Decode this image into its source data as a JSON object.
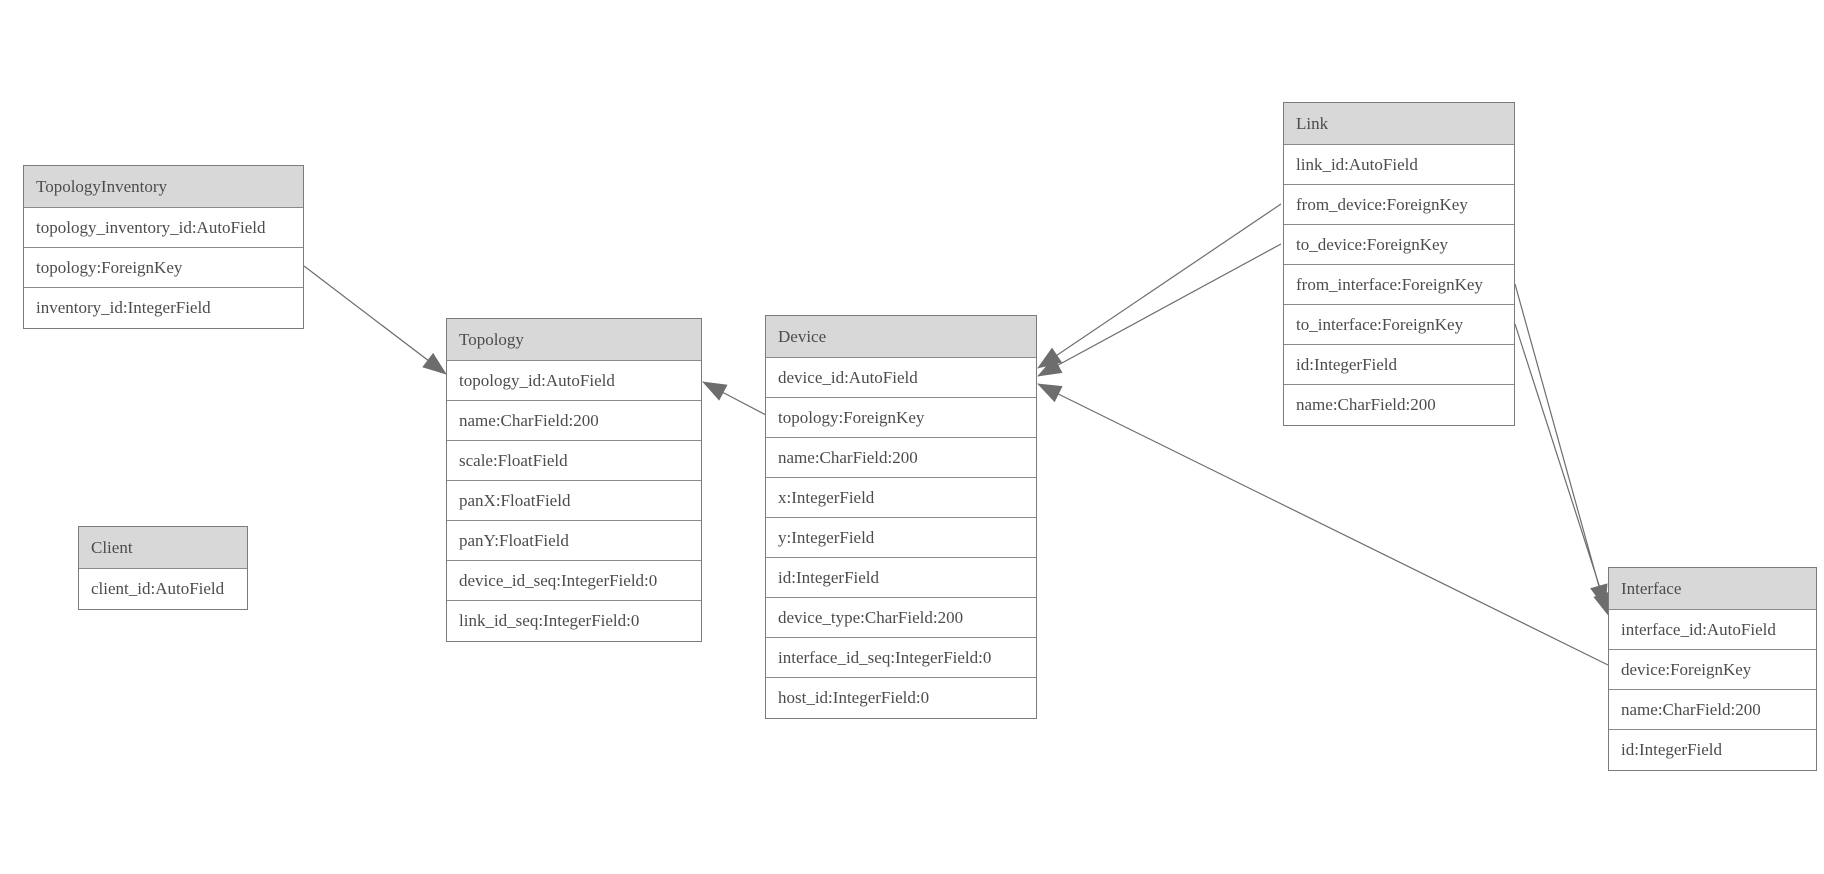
{
  "entities": {
    "topology_inventory": {
      "title": "TopologyInventory",
      "fields": [
        "topology_inventory_id:AutoField",
        "topology:ForeignKey",
        "inventory_id:IntegerField"
      ]
    },
    "topology": {
      "title": "Topology",
      "fields": [
        "topology_id:AutoField",
        "name:CharField:200",
        "scale:FloatField",
        "panX:FloatField",
        "panY:FloatField",
        "device_id_seq:IntegerField:0",
        "link_id_seq:IntegerField:0"
      ]
    },
    "client": {
      "title": "Client",
      "fields": [
        "client_id:AutoField"
      ]
    },
    "device": {
      "title": "Device",
      "fields": [
        "device_id:AutoField",
        "topology:ForeignKey",
        "name:CharField:200",
        "x:IntegerField",
        "y:IntegerField",
        "id:IntegerField",
        "device_type:CharField:200",
        "interface_id_seq:IntegerField:0",
        "host_id:IntegerField:0"
      ]
    },
    "link": {
      "title": "Link",
      "fields": [
        "link_id:AutoField",
        "from_device:ForeignKey",
        "to_device:ForeignKey",
        "from_interface:ForeignKey",
        "to_interface:ForeignKey",
        "id:IntegerField",
        "name:CharField:200"
      ]
    },
    "interface": {
      "title": "Interface",
      "fields": [
        "interface_id:AutoField",
        "device:ForeignKey",
        "name:CharField:200",
        "id:IntegerField"
      ]
    }
  },
  "relationships": [
    {
      "from": "TopologyInventory.topology",
      "to": "Topology"
    },
    {
      "from": "Device.topology",
      "to": "Topology"
    },
    {
      "from": "Link.from_device",
      "to": "Device"
    },
    {
      "from": "Link.to_device",
      "to": "Device"
    },
    {
      "from": "Link.from_interface",
      "to": "Interface"
    },
    {
      "from": "Link.to_interface",
      "to": "Interface"
    },
    {
      "from": "Interface.device",
      "to": "Device"
    }
  ],
  "colors": {
    "background": "#ffffff",
    "header_fill": "#d8d8d8",
    "row_fill": "#ffffff",
    "border": "#7b7b7b",
    "row_border": "#8a8a8a",
    "text": "#4c4c4c",
    "connector": "#6d6d6d"
  }
}
